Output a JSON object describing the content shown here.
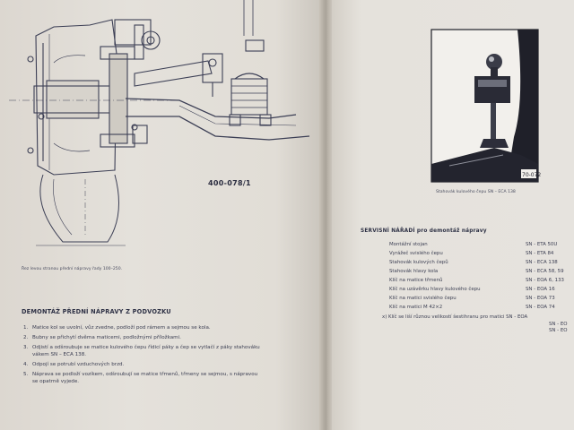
{
  "left_page": {
    "figure_number": "400-078/1",
    "figure_caption": "Řez levou stranou přední nápravy řady 100–250.",
    "section_heading": "DEMONTÁŽ PŘEDNÍ NÁPRAVY Z PODVOZKU",
    "steps": [
      {
        "number": "1.",
        "lines": [
          "Matice kol se uvolní, vůz zvedne, podloží pod rámem a sejmou se kola."
        ]
      },
      {
        "number": "2.",
        "lines": [
          "Bubny se přichytí dvěma maticemi, podložnými příložkami."
        ]
      },
      {
        "number": "3.",
        "lines": [
          "Odjistí a odšroubuje se matice kulového čepu řídicí páky a čep se vytlačí z páky stahováku",
          "vákem SN – ECA 138."
        ]
      },
      {
        "number": "4.",
        "lines": [
          "Odpojí se potrubí vzduchových brzd."
        ]
      },
      {
        "number": "5.",
        "lines": [
          "Náprava se podloží vozíkem, odšroubují se matice třmenů, třmeny se sejmou, s nápravou",
          "se opatrně vyjede."
        ]
      }
    ]
  },
  "right_page": {
    "photo_code": "70-072",
    "photo_caption": "Stahovák kulového čepu SN – ECA 138",
    "tools_heading": "SERVISNÍ NÁŘADÍ pro demontáž nápravy",
    "tools": [
      {
        "name": "Montážní stojan",
        "code": "SN - ETA 50U"
      },
      {
        "name": "Vyrážeč svislého čepu",
        "code": "SN - ETA 84"
      },
      {
        "name": "Stahovák kulových čepů",
        "code": "SN - ECA 138"
      },
      {
        "name": "Stahovák hlavy kola",
        "code": "SN - ECA 58, 59"
      },
      {
        "name": "Klíč na matice třmenů",
        "code": "SN - EOA 6, 133"
      },
      {
        "name": "Klíč na uzávěrku hlavy kulového čepu",
        "code": "SN - EOA 16"
      },
      {
        "name": "Klíč na matici svislého čepu",
        "code": "SN - EOA 73"
      },
      {
        "name": "Klíč na matici M 42×2",
        "code": "SN - EOA 74"
      }
    ],
    "footnote": "x) Klíč se liší různou velikostí šestihranu pro matici SN - EOA",
    "footnote_codes": [
      "SN - EO",
      "SN - EO"
    ]
  },
  "colors": {
    "paper": "#e4e1db",
    "ink": "#3a3d52",
    "gutter": "#a9a399",
    "photo_bg": "#f2f0ec",
    "photo_dark": "#1f2029"
  }
}
